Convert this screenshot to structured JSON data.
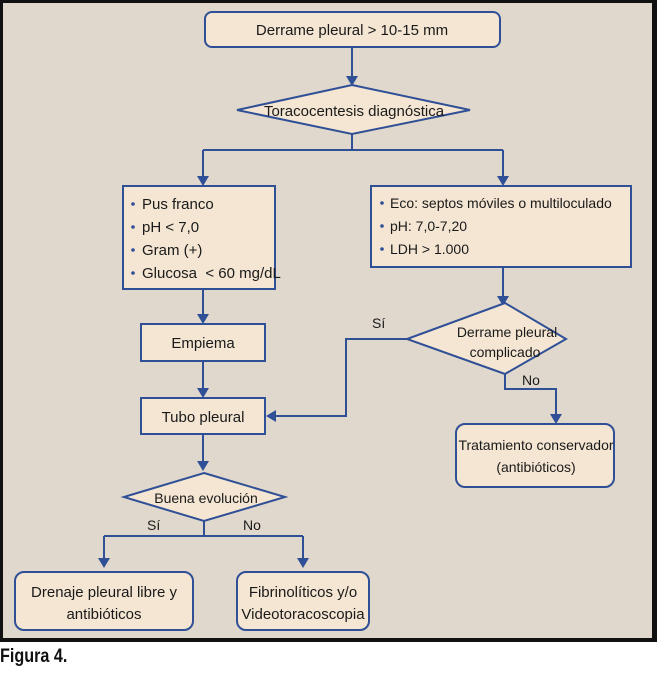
{
  "figure": {
    "caption": "Figura 4.",
    "colors": {
      "background": "#e0d8cc",
      "node_fill": "#f4e6d3",
      "stroke": "#2f4f96"
    }
  },
  "nodes": {
    "start": "Derrame pleural > 10-15 mm",
    "toracocentesis": "Toracocentesis diagnóstica",
    "left_criteria": [
      "Pus franco",
      "pH < 7,0",
      "Gram (+)",
      "Glucosa  < 60 mg/dL"
    ],
    "right_criteria": [
      "Eco: septos móviles o multiloculado",
      "pH: 7,0-7,20",
      "LDH > 1.000"
    ],
    "empiema": "Empiema",
    "tubo": "Tubo pleural",
    "complicado": [
      "Derrame pleural",
      "complicado"
    ],
    "conservador": [
      "Tratamiento conservador",
      "(antibióticos)"
    ],
    "buena_evolucion": "Buena evolución",
    "drenaje": [
      "Drenaje pleural libre y",
      "antibióticos"
    ],
    "fibrinoliticos": [
      "Fibrinolíticos y/o",
      "Videotoracoscopia"
    ]
  },
  "edge_labels": {
    "complicado_yes": "Sí",
    "complicado_no": "No",
    "evolucion_yes": "Sí",
    "evolucion_no": "No"
  }
}
